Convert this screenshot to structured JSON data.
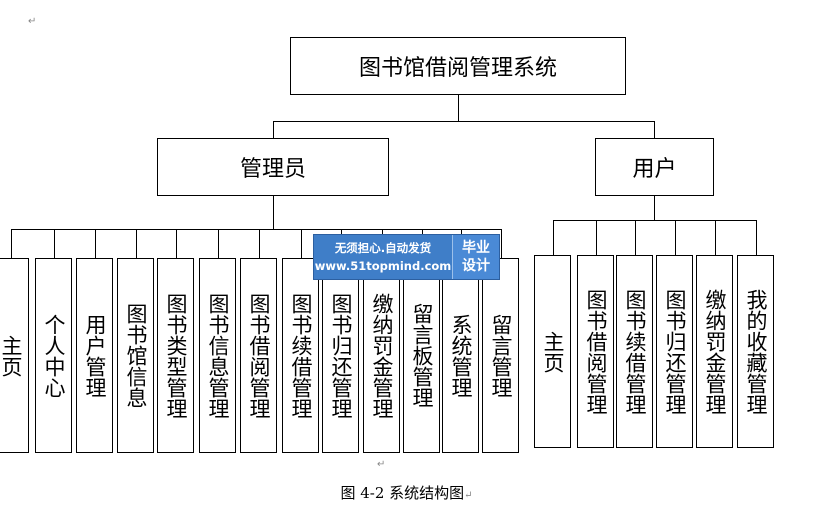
{
  "root": {
    "label": "图书馆借阅管理系统"
  },
  "admin": {
    "label": "管理员",
    "children": [
      "主页",
      "个人中心",
      "用户管理",
      "图书馆信息",
      "图书类型管理",
      "图书信息管理",
      "图书借阅管理",
      "图书续借管理",
      "图书归还管理",
      "缴纳罚金管理",
      "留言板管理",
      "系统管理",
      "留言管理"
    ]
  },
  "user": {
    "label": "用户",
    "children": [
      "主页",
      "图书借阅管理",
      "图书续借管理",
      "图书归还管理",
      "缴纳罚金管理",
      "我的收藏管理"
    ]
  },
  "caption": "图 4-2  系统结构图",
  "watermark": {
    "line1": "无须担心.自动发货",
    "line2": "www.51topmind.com",
    "badge1": "毕业",
    "badge2": "设计"
  },
  "marks": {
    "return_symbol": "↵"
  }
}
